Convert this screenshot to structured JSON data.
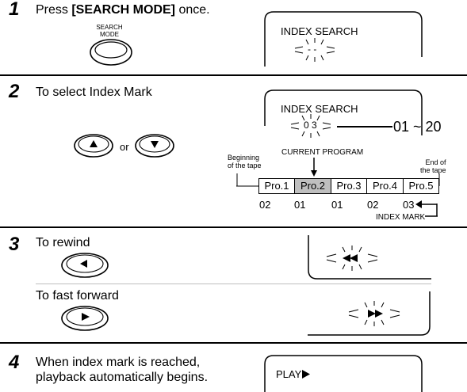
{
  "step1": {
    "number": "1",
    "instruction_pre": "Press ",
    "instruction_button": "[SEARCH MODE]",
    "instruction_post": " once.",
    "button_label_line1": "SEARCH",
    "button_label_line2": "MODE",
    "display_title": "INDEX SEARCH",
    "display_value": "- -"
  },
  "step2": {
    "number": "2",
    "instruction": "To select Index Mark",
    "or_label": "or",
    "up_icon": "triangle-up-icon",
    "down_icon": "triangle-down-icon",
    "display_title": "INDEX SEARCH",
    "display_value": "0 3",
    "range_label": "01 ~ 20",
    "tape": {
      "beginning_line1": "Beginning",
      "beginning_line2": "of the tape",
      "current_program": "CURRENT PROGRAM",
      "end_line1": "End of",
      "end_line2": "the tape",
      "programs": [
        "Pro.1",
        "Pro.2",
        "Pro.3",
        "Pro.4",
        "Pro.5"
      ],
      "current_index": 1,
      "current_color": "#bfbfbf",
      "index_numbers": [
        "02",
        "01",
        "01",
        "02",
        "03"
      ],
      "index_mark_label": "INDEX MARK"
    }
  },
  "step3": {
    "number": "3",
    "rewind_label": "To rewind",
    "rewind_icon": "rewind-icon",
    "fast_forward_label": "To fast forward",
    "fast_forward_icon": "fast-forward-icon"
  },
  "step4": {
    "number": "4",
    "instruction_line1": "When index mark is reached,",
    "instruction_line2": "playback automatically begins.",
    "display_text": "PLAY"
  }
}
